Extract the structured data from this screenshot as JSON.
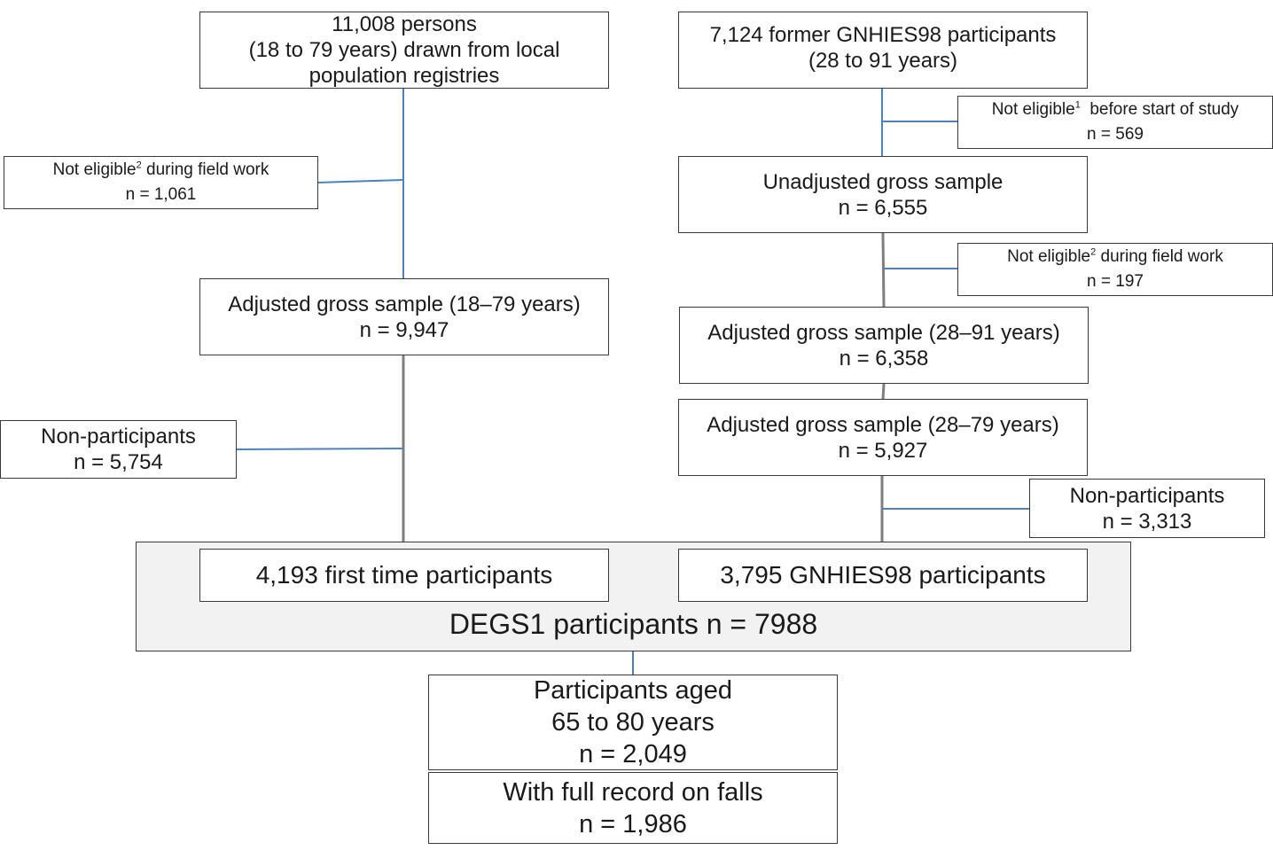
{
  "left": {
    "registry": {
      "lines": [
        "11,008 persons",
        "(18 to 79 years) drawn from local",
        "population registries"
      ]
    },
    "not_eligible": {
      "text": "Not eligible",
      "sup": "2",
      "rest": " during field work",
      "n": "n = 1,061"
    },
    "adjusted": {
      "lines": [
        "Adjusted gross sample (18–79 years)",
        "n = 9,947"
      ]
    },
    "non_participants": {
      "lines": [
        "Non-participants",
        "n = 5,754"
      ]
    },
    "first_time": "4,193 first time participants"
  },
  "right": {
    "former": {
      "lines": [
        "7,124 former GNHIES98 participants",
        "(28 to 91 years)"
      ]
    },
    "not_eligible_before": {
      "text": "Not eligible",
      "sup": "1",
      "rest": "  before start of study",
      "n": "n = 569"
    },
    "unadjusted": {
      "lines": [
        "Unadjusted gross sample",
        "n = 6,555"
      ]
    },
    "not_eligible_field": {
      "text": "Not eligible",
      "sup": "2",
      "rest": " during field work",
      "n": "n = 197"
    },
    "adjusted_91": {
      "lines": [
        "Adjusted gross sample (28–91 years)",
        "n = 6,358"
      ]
    },
    "adjusted_79": {
      "lines": [
        "Adjusted gross sample (28–79 years)",
        "n = 5,927"
      ]
    },
    "non_participants": {
      "lines": [
        "Non-participants",
        "n = 3,313"
      ]
    },
    "gnhies": "3,795 GNHIES98 participants"
  },
  "degs": "DEGS1 participants n = 7988",
  "aged": {
    "lines": [
      "Participants aged",
      "65 to 80 years",
      "n = 2,049"
    ]
  },
  "falls": {
    "lines": [
      "With full record on falls",
      "n = 1,986"
    ]
  }
}
